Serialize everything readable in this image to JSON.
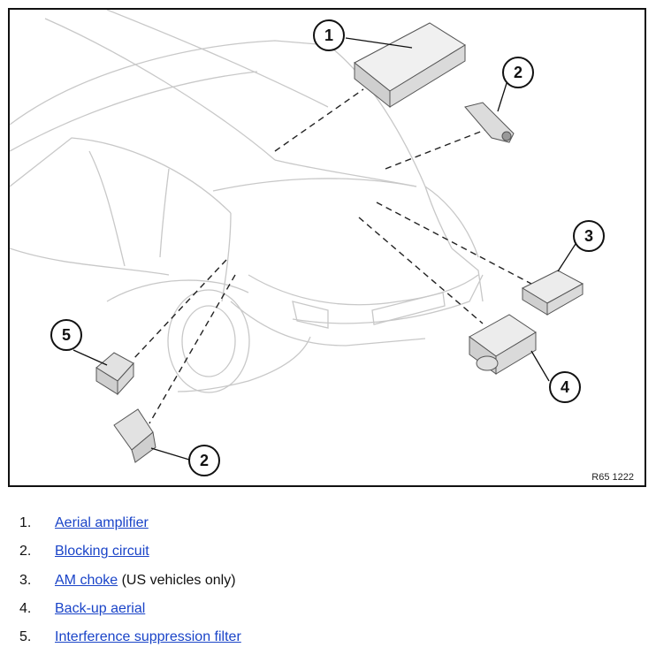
{
  "figure": {
    "ref_code": "R65 1222",
    "callouts": [
      "1",
      "2",
      "3",
      "4",
      "5",
      "2"
    ]
  },
  "legend": [
    {
      "number": "1.",
      "link": "Aerial amplifier",
      "note": ""
    },
    {
      "number": "2.",
      "link": "Blocking circuit",
      "note": ""
    },
    {
      "number": "3.",
      "link": "AM choke",
      "note": " (US vehicles only)"
    },
    {
      "number": "4.",
      "link": "Back-up aerial",
      "note": ""
    },
    {
      "number": "5.",
      "link": "Interference suppression filter",
      "note": ""
    }
  ],
  "colors": {
    "link": "#1a44c8",
    "outline": "#c8c8c8",
    "ink": "#111111"
  }
}
